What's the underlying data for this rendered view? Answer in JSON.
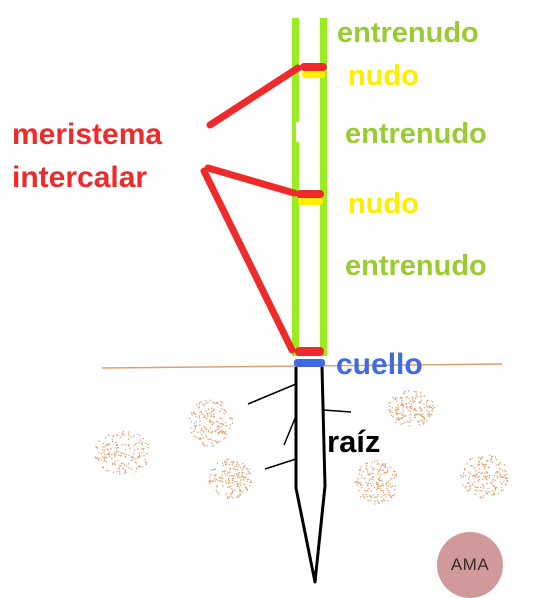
{
  "labels": {
    "entrenudo_1": "entrenudo",
    "nudo_1": "nudo",
    "entrenudo_2": "entrenudo",
    "meristema_line1": "meristema",
    "meristema_line2": "intercalar",
    "nudo_2": "nudo",
    "entrenudo_3": "entrenudo",
    "cuello": "cuello",
    "raiz": "raíz"
  },
  "badge": {
    "text": "AMA"
  },
  "colors": {
    "stem_green": "#99ee22",
    "internode_text": "#99cc33",
    "node_yellow": "#ffee00",
    "meristem_red": "#ee2a2a",
    "neck_blue": "#4169e1",
    "soil_line": "#e0a070",
    "soil_speckle": "#e0a070",
    "badge_fill": "#d09a9a"
  }
}
